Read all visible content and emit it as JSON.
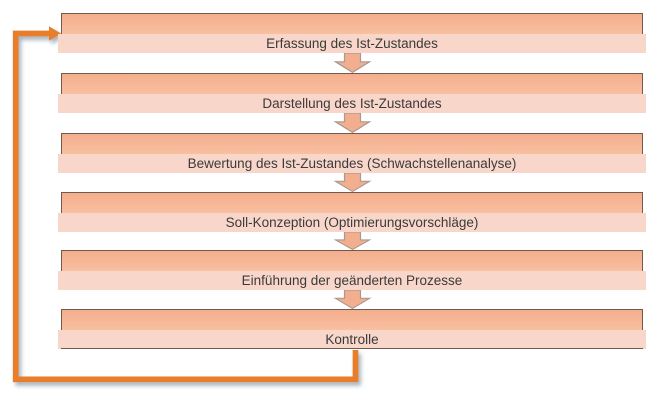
{
  "diagram": {
    "type": "flowchart",
    "description": "Six-step top-to-bottom process flow with a feedback loop from the last step back to the first",
    "steps": [
      {
        "label": "Erfassung des Ist-Zustandes"
      },
      {
        "label": "Darstellung des Ist-Zustandes"
      },
      {
        "label": "Bewertung des Ist-Zustandes (Schwachstellenanalyse)"
      },
      {
        "label": "Soll-Konzeption (Optimierungsvorschläge)"
      },
      {
        "label": "Einführung der geänderten Prozesse"
      },
      {
        "label": "Kontrolle"
      }
    ],
    "connectors": {
      "down_arrow_count": 5,
      "feedback_loop": "Kontrolle → Erfassung des Ist-Zustandes"
    },
    "colors": {
      "band_dark": "#f5b394",
      "band_light": "#f8d6c9",
      "box_border": "#6e5c51",
      "arrow_fill": "#f2ae8e",
      "arrow_outline": "#a89a90",
      "loop_orange": "#e87d2b",
      "text": "#3b3b3b",
      "background": "#ffffff"
    }
  }
}
